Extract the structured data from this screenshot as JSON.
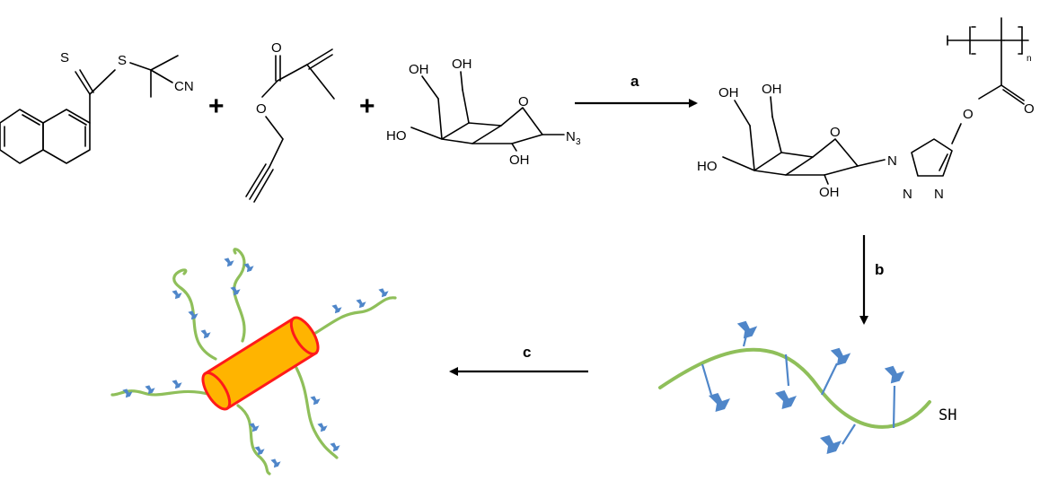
{
  "diagram": {
    "steps": [
      {
        "id": "a",
        "label": "a"
      },
      {
        "id": "b",
        "label": "b"
      },
      {
        "id": "c",
        "label": "c"
      }
    ],
    "plus_sign": "+",
    "labels": {
      "cyano": "CN",
      "azide_n": "N",
      "azide_sub": "3",
      "repeat_n": "n",
      "thiol": "SH",
      "oh": "OH",
      "ho": "HO",
      "sulfur": "S",
      "oxygen": "O",
      "nitrogen": "N"
    },
    "colors": {
      "polymer_chain": "#8fbf5a",
      "sugar": "#4f86c9",
      "nanorod_fill": "#ffb400",
      "nanorod_outline": "#ff1a1a"
    }
  }
}
